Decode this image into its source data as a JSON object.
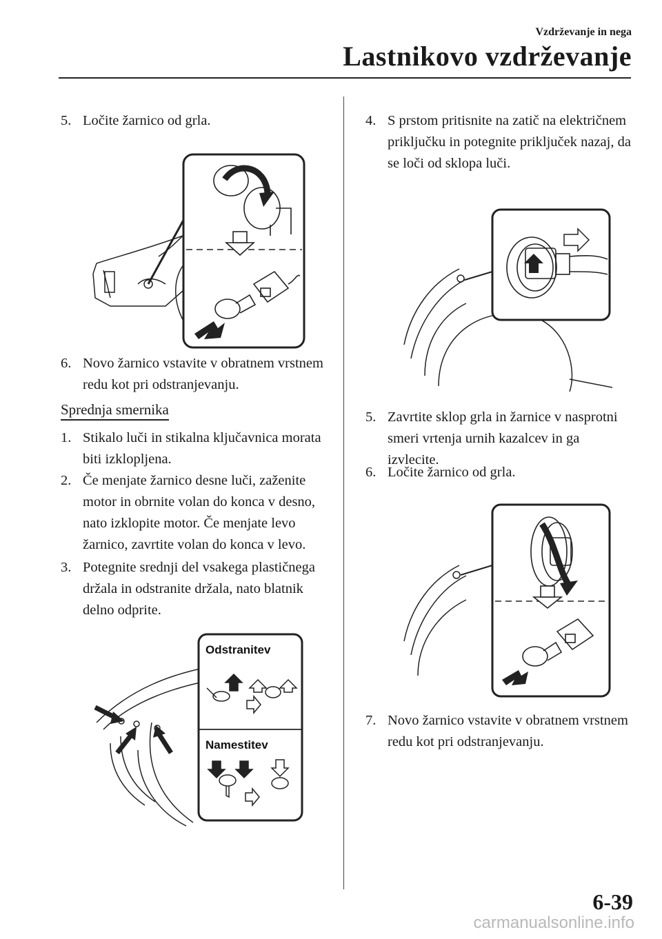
{
  "header": {
    "section": "Vzdrževanje in nega",
    "title": "Lastnikovo vzdrževanje"
  },
  "left": {
    "step5": {
      "num": "5.",
      "text": "Ločite žarnico od grla."
    },
    "step6": {
      "num": "6.",
      "text": "Novo žarnico vstavite v obratnem vrstnem redu kot pri odstranjevanju."
    },
    "subheading": "Sprednja smernika",
    "steps": [
      {
        "num": "1.",
        "text": "Stikalo luči in stikalna ključavnica morata biti izklopljena."
      },
      {
        "num": "2.",
        "text": "Če menjate žarnico desne luči, zaženite motor in obrnite volan do konca v desno, nato izklopite motor. Če menjate levo žarnico, zavrtite volan do konca v levo."
      },
      {
        "num": "3.",
        "text": "Potegnite srednji del vsakega plastičnega držala in odstranite držala, nato blatnik delno odprite."
      }
    ],
    "figure_labels": {
      "remove": "Odstranitev",
      "install": "Namestitev"
    }
  },
  "right": {
    "step4": {
      "num": "4.",
      "text": "S prstom pritisnite na zatič na električnem priključku in potegnite priključek nazaj, da se loči od sklopa luči."
    },
    "step5": {
      "num": "5.",
      "text": "Zavrtite sklop grla in žarnice v nasprotni smeri vrtenja urnih kazalcev in ga izvlecite."
    },
    "step6": {
      "num": "6.",
      "text": "Ločite žarnico od grla."
    },
    "step7": {
      "num": "7.",
      "text": "Novo žarnico vstavite v obratnem vrstnem redu kot pri odstranjevanju."
    }
  },
  "footer": {
    "page_number": "6-39",
    "watermark": "carmanualsonline.info"
  }
}
